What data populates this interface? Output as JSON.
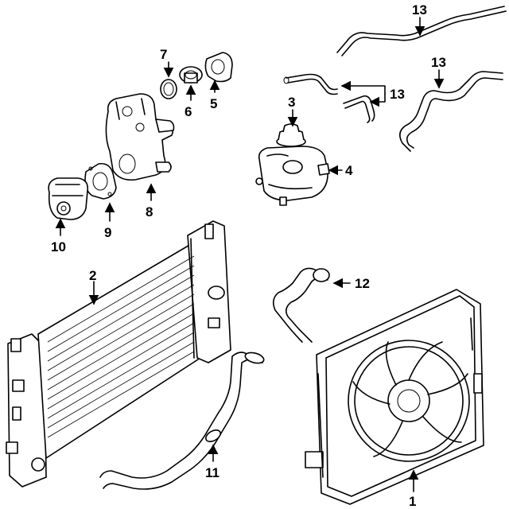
{
  "callouts": {
    "c1": "1",
    "c2": "2",
    "c3": "3",
    "c4": "4",
    "c5": "5",
    "c6": "6",
    "c7": "7",
    "c8": "8",
    "c9": "9",
    "c10": "10",
    "c11": "11",
    "c12": "12",
    "c13a": "13",
    "c13b": "13",
    "c13c": "13"
  },
  "colors": {
    "line": "#000000",
    "background": "#ffffff"
  }
}
